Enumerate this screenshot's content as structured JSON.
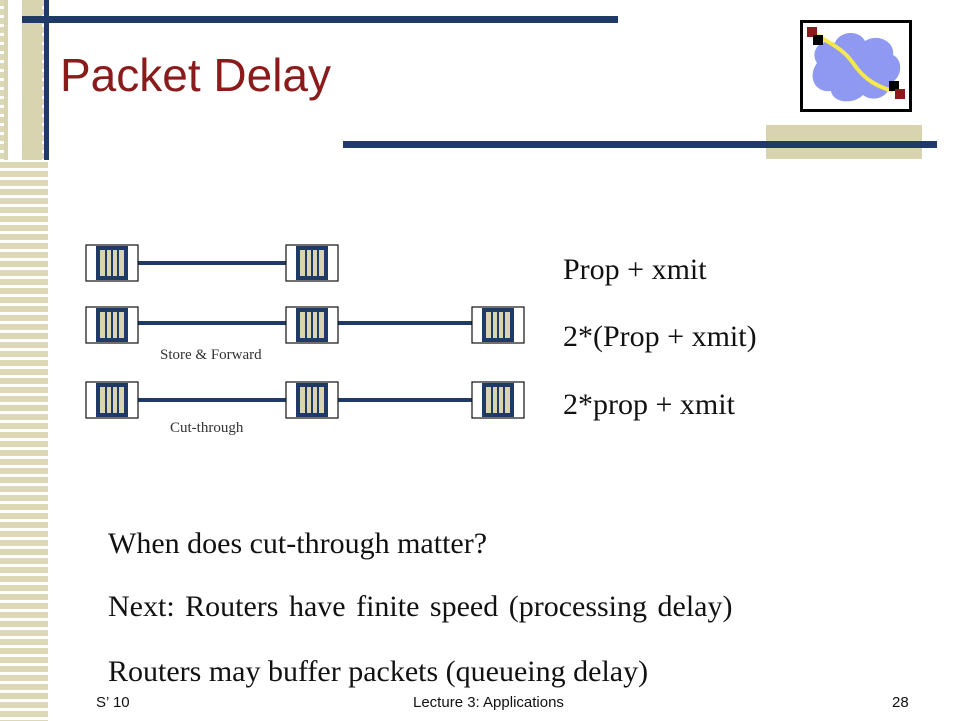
{
  "slide": {
    "title": "Packet Delay",
    "diagram": {
      "store_forward_label": "Store & Forward ",
      "cut_through_label": "Cut-through "
    },
    "formulas": [
      "Prop + xmit",
      "2*(Prop + xmit)",
      "2*prop + xmit"
    ],
    "body": [
      "When does cut-through matter?",
      "Next:  Routers have finite speed  (processing delay)",
      "Routers may buffer packets (queueing delay)"
    ],
    "footer": {
      "left": "S’ 10",
      "center": "Lecture 3: Applications",
      "right": "28"
    }
  },
  "colors": {
    "title": "#8b1a1a",
    "rule": "#1f3a66",
    "beige": "#d8d4b0",
    "cloud": "#8f99f2",
    "path": "#f4e84a"
  },
  "icons": [
    "network-cloud-icon",
    "router-icon"
  ]
}
